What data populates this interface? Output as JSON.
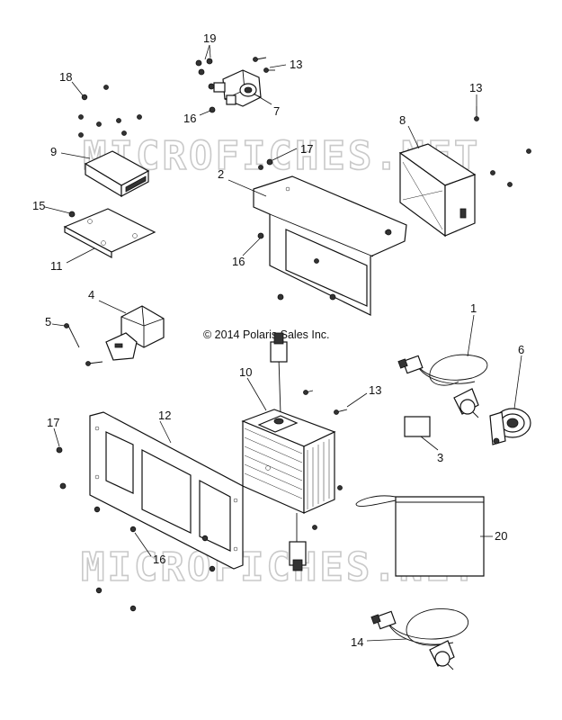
{
  "copyright": "© 2014 Polaris Sales Inc.",
  "watermark": "MICROFICHES.NET",
  "callouts": {
    "c1": "1",
    "c2": "2",
    "c3": "3",
    "c4": "4",
    "c5": "5",
    "c6": "6",
    "c7": "7",
    "c8": "8",
    "c9": "9",
    "c10": "10",
    "c11": "11",
    "c12": "12",
    "c13a": "13",
    "c13b": "13",
    "c13c": "13",
    "c14": "14",
    "c15": "15",
    "c16a": "16",
    "c16b": "16",
    "c16c": "16",
    "c17a": "17",
    "c17b": "17",
    "c18": "18",
    "c19": "19",
    "c20": "20"
  }
}
